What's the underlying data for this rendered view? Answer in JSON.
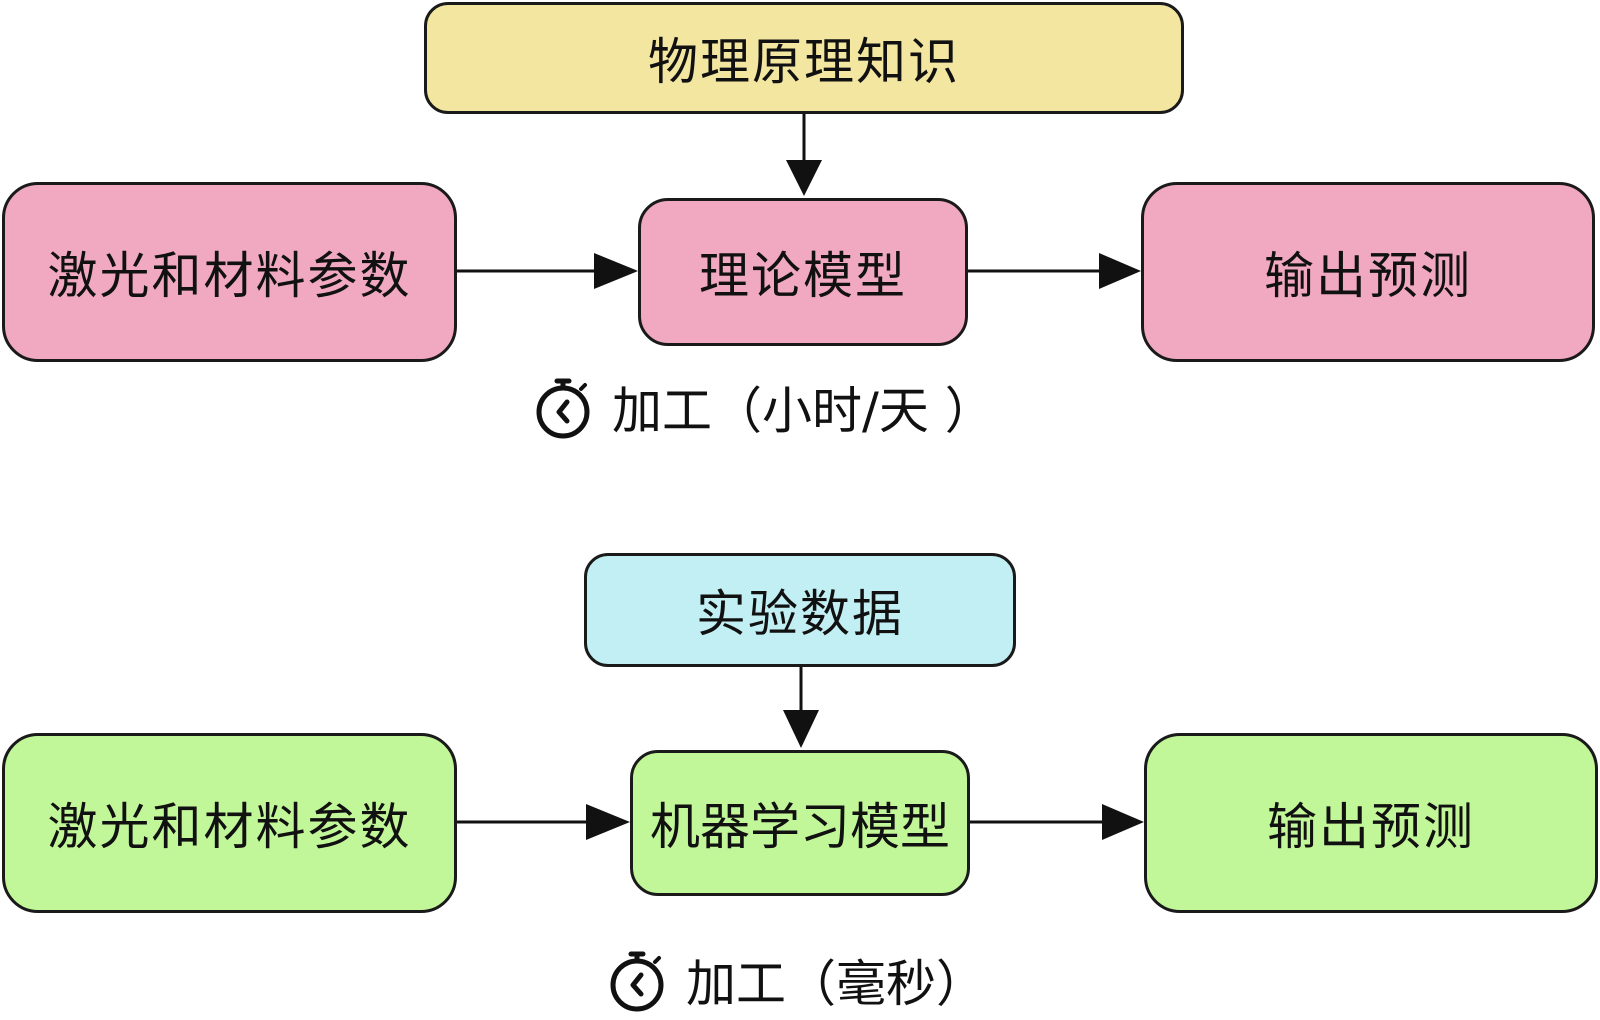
{
  "top_flow": {
    "knowledge_box": {
      "label": "物理原理知识",
      "color": "#f3e6a1"
    },
    "input_box": {
      "label": "激光和材料参数",
      "color": "#f0a9c0"
    },
    "model_box": {
      "label": "理论模型",
      "color": "#f0a9c0"
    },
    "output_box": {
      "label": "输出预测",
      "color": "#f0a9c0"
    },
    "time_label": {
      "text": "加工（小时/天 ）",
      "icon": "stopwatch-icon"
    }
  },
  "bottom_flow": {
    "data_box": {
      "label": "实验数据",
      "color": "#c2eff3"
    },
    "input_box": {
      "label": "激光和材料参数",
      "color": "#c2f799"
    },
    "model_box": {
      "label": "机器学习模型",
      "color": "#c2f799"
    },
    "output_box": {
      "label": "输出预测",
      "color": "#c2f799"
    },
    "time_label": {
      "text": "加工（毫秒）",
      "icon": "stopwatch-icon"
    }
  }
}
